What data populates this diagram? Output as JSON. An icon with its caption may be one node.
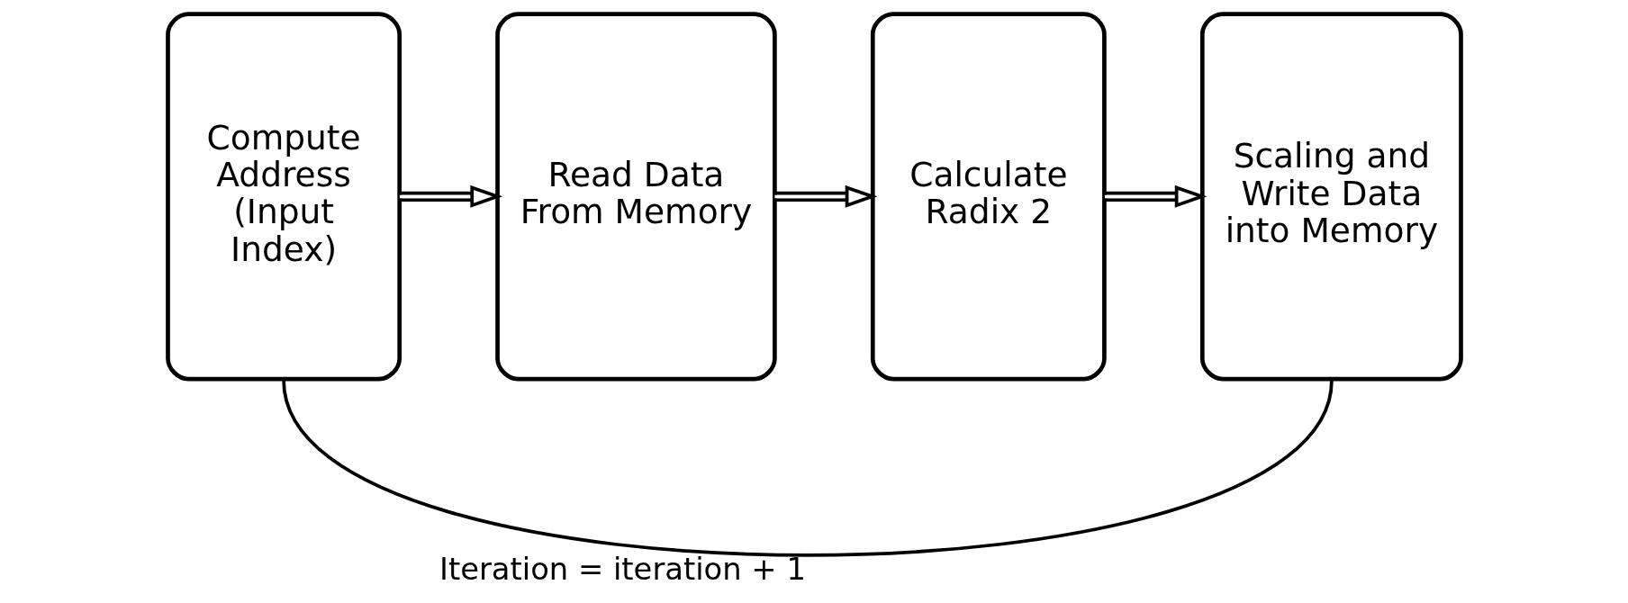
{
  "diagram": {
    "nodes": [
      {
        "text": [
          "Compute Address (Input Index)"
        ]
      },
      {
        "text": [
          "Read Data From Memory"
        ]
      },
      {
        "text": [
          "Calculate Radix 2"
        ]
      },
      {
        "text": [
          "Scaling and Write Data into Memory"
        ]
      }
    ],
    "edges": [
      {
        "from": 0,
        "to": 1,
        "arrow": "to"
      },
      {
        "from": 1,
        "to": 2,
        "arrow": "to"
      },
      {
        "from": 2,
        "to": 3,
        "arrow": "to"
      },
      {
        "from": 3,
        "to": 0,
        "arrow": "none",
        "label": "Iteration = iteration + 1"
      }
    ]
  }
}
